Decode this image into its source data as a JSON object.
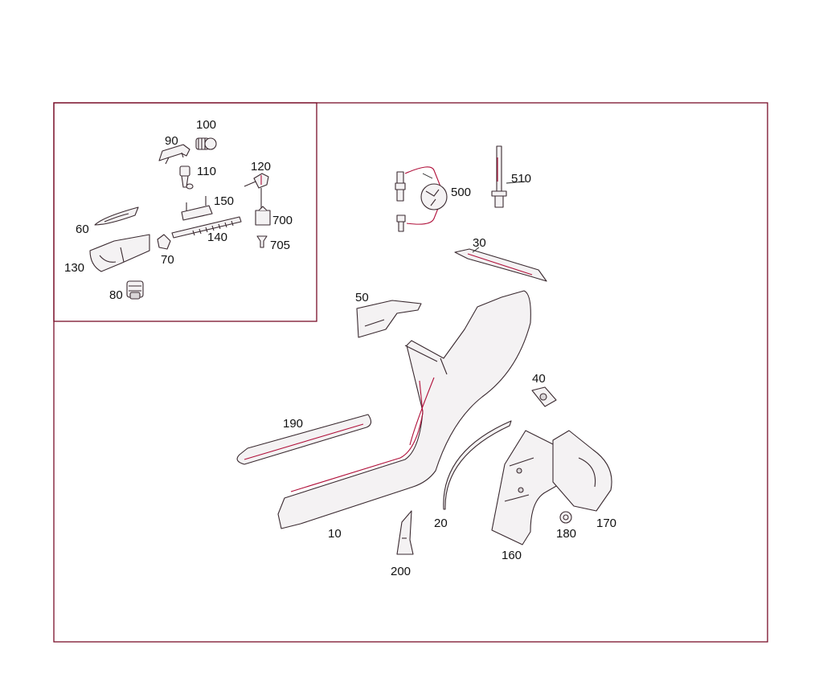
{
  "callouts": {
    "p100": "100",
    "p90": "90",
    "p110": "110",
    "p120": "120",
    "p150": "150",
    "p700": "700",
    "p60": "60",
    "p140": "140",
    "p705": "705",
    "p130": "130",
    "p70": "70",
    "p80": "80",
    "p500": "500",
    "p510": "510",
    "p30": "30",
    "p50": "50",
    "p40": "40",
    "p190": "190",
    "p10": "10",
    "p20": "20",
    "p200": "200",
    "p160": "160",
    "p180": "180",
    "p170": "170"
  },
  "colors": {
    "frame": "#7a0f2a",
    "accent": "#b0103a"
  }
}
